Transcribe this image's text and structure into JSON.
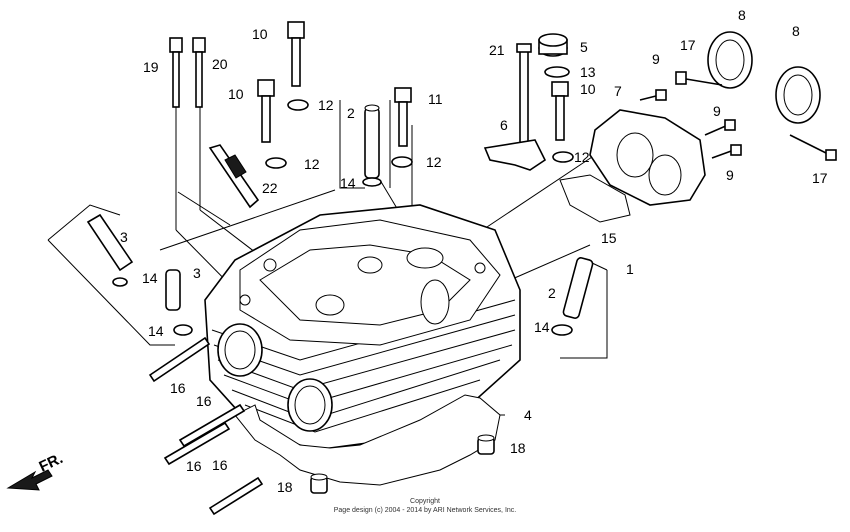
{
  "labels": {
    "p1": "1",
    "p2a": "2",
    "p2b": "2",
    "p3a": "3",
    "p3b": "3",
    "p4": "4",
    "p5": "5",
    "p6": "6",
    "p7": "7",
    "p8a": "8",
    "p8b": "8",
    "p9a": "9",
    "p9b": "9",
    "p9c": "9",
    "p10a": "10",
    "p10b": "10",
    "p10c": "10",
    "p11": "11",
    "p12a": "12",
    "p12b": "12",
    "p12c": "12",
    "p12d": "12",
    "p13": "13",
    "p14a": "14",
    "p14b": "14",
    "p14c": "14",
    "p14d": "14",
    "p15": "15",
    "p16a": "16",
    "p16b": "16",
    "p16c": "16",
    "p16d": "16",
    "p17a": "17",
    "p17b": "17",
    "p18a": "18",
    "p18b": "18",
    "p19": "19",
    "p20": "20",
    "p21": "21",
    "p22": "22"
  },
  "front_marker": "FR.",
  "copyright": {
    "line1": "Copyright",
    "line2": "Page design (c) 2004 - 2014 by ARI Network Services, Inc."
  }
}
